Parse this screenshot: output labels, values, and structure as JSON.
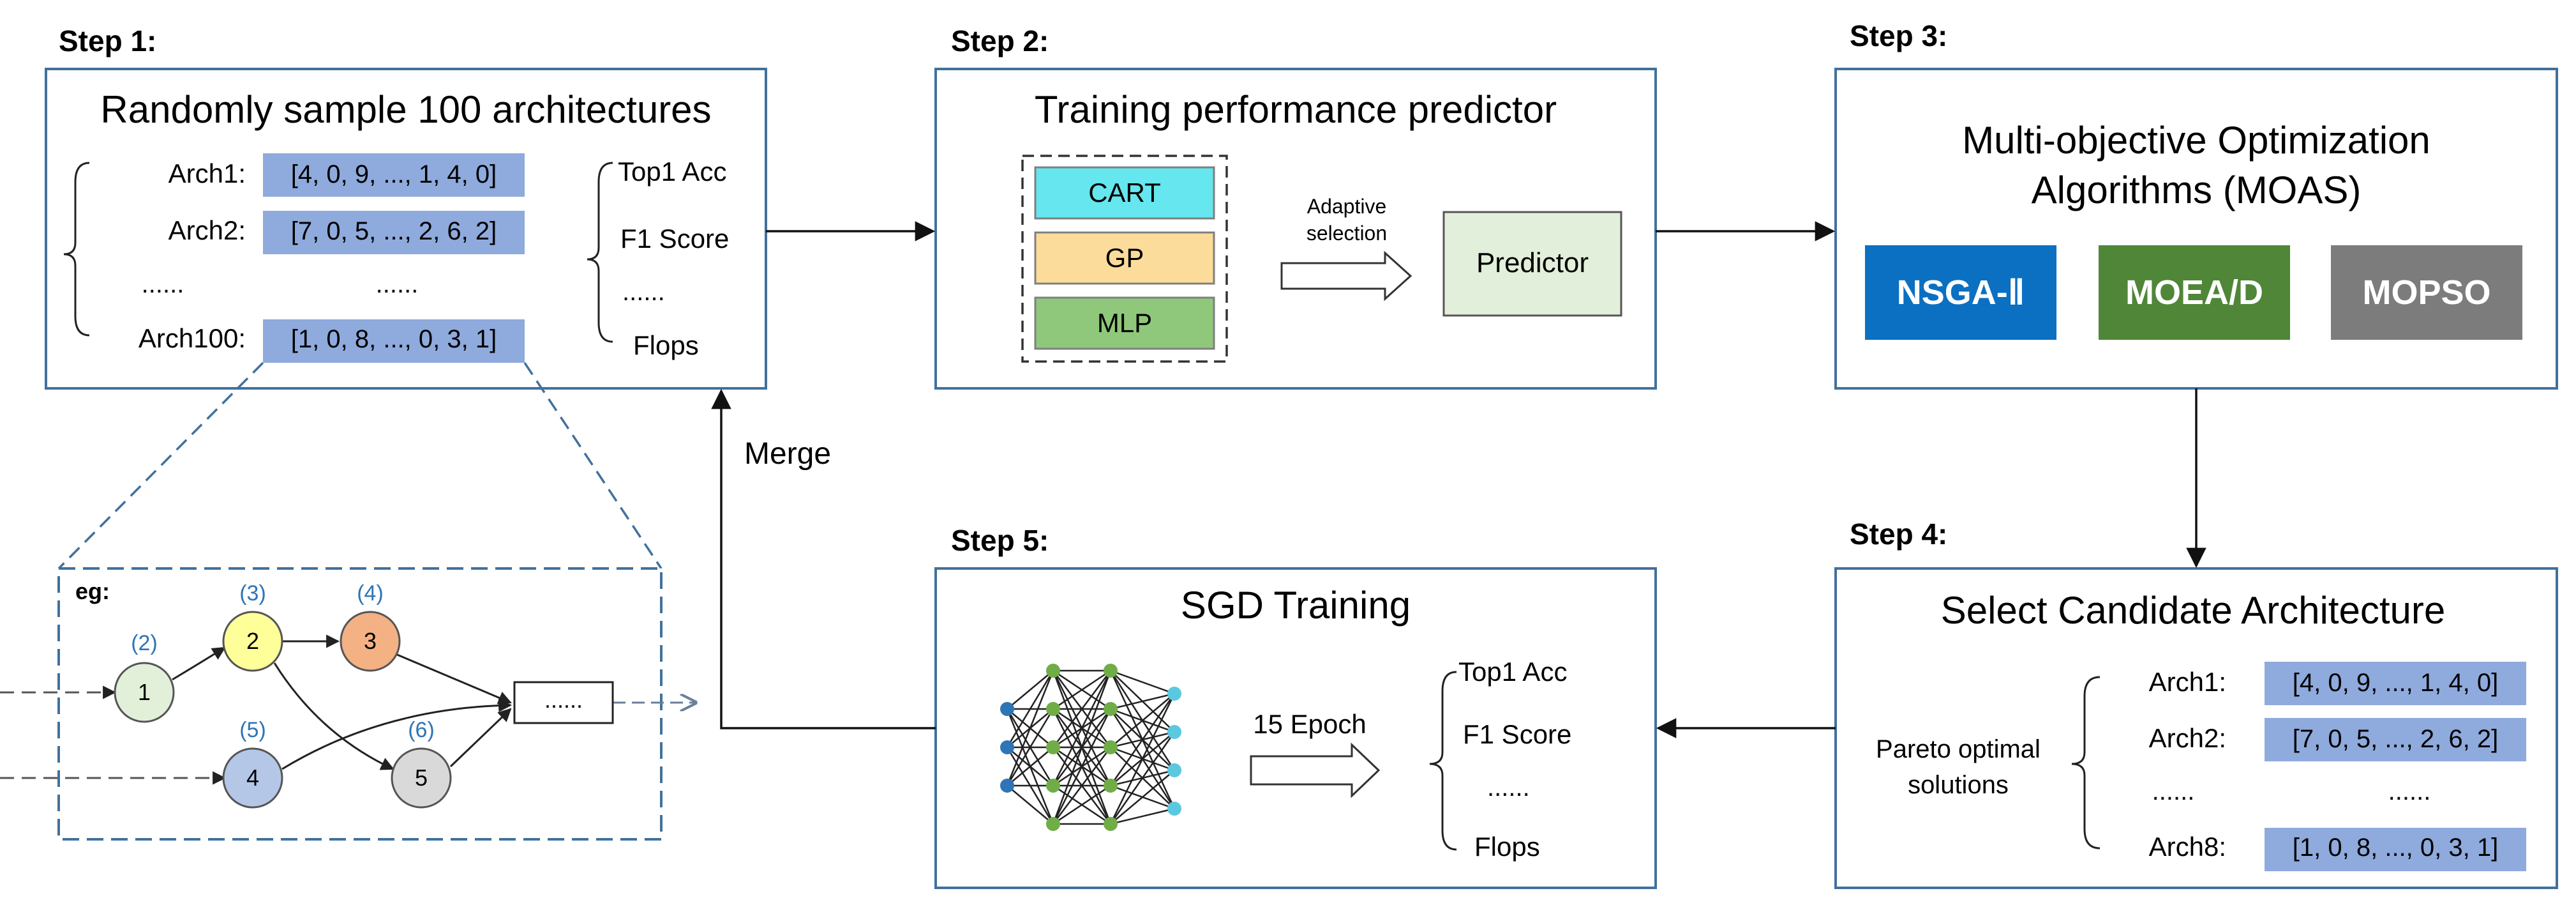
{
  "steps": {
    "step1": {
      "label": "Step 1:",
      "title": "Randomly sample 100 architectures",
      "archs": [
        {
          "name": "Arch1:",
          "code": "[4, 0, 9, ..., 1, 4, 0]"
        },
        {
          "name": "Arch2:",
          "code": "[7, 0, 5, ..., 2, 6, 2]"
        },
        {
          "name": "Arch100:",
          "code": "[1, 0, 8, ..., 0, 3, 1]"
        }
      ],
      "ellipsis": "......",
      "metrics": [
        "Top1 Acc",
        "F1 Score",
        "......",
        "Flops"
      ]
    },
    "step2": {
      "label": "Step 2:",
      "title": "Training performance predictor",
      "models": [
        {
          "name": "CART",
          "color": "#66E6EE"
        },
        {
          "name": "GP",
          "color": "#FBDC9A"
        },
        {
          "name": "MLP",
          "color": "#8FC87A"
        }
      ],
      "arrow_label_1": "Adaptive",
      "arrow_label_2": "selection",
      "predictor": "Predictor",
      "predictor_color": "#E2EFDA"
    },
    "step3": {
      "label": "Step 3:",
      "title_1": "Multi-objective Optimization",
      "title_2": "Algorithms (MOAS)",
      "algorithms": [
        {
          "name": "NSGA-Ⅱ",
          "color": "#0B70C2"
        },
        {
          "name": "MOEA/D",
          "color": "#4F8638"
        },
        {
          "name": "MOPSO",
          "color": "#7C7C7C"
        }
      ]
    },
    "step4": {
      "label": "Step 4:",
      "title": "Select Candidate Architecture",
      "pareto_1": "Pareto optimal",
      "pareto_2": "solutions",
      "archs": [
        {
          "name": "Arch1:",
          "code": "[4, 0, 9, ..., 1, 4, 0]"
        },
        {
          "name": "Arch2:",
          "code": "[7, 0, 5, ..., 2, 6, 2]"
        },
        {
          "name": "Arch8:",
          "code": "[1, 0, 8, ..., 0, 3, 1]"
        }
      ],
      "ellipsis": "......"
    },
    "step5": {
      "label": "Step 5:",
      "title": "SGD Training",
      "epoch": "15 Epoch",
      "metrics": [
        "Top1 Acc",
        "F1 Score",
        "......",
        "Flops"
      ]
    }
  },
  "merge": "Merge",
  "example": {
    "label": "eg:",
    "nodes": [
      {
        "num": "1",
        "op": "(2)",
        "color": "#E2F0D9"
      },
      {
        "num": "2",
        "op": "(3)",
        "color": "#FFFF99"
      },
      {
        "num": "3",
        "op": "(4)",
        "color": "#F4B183"
      },
      {
        "num": "4",
        "op": "(5)",
        "color": "#B4C7E7"
      },
      {
        "num": "5",
        "op": "(6)",
        "color": "#D9D9D9"
      }
    ],
    "ellipsis": "......"
  },
  "colors": {
    "box_border": "#41719C",
    "code_fill": "#8FAADC",
    "op_label": "#2E75B6",
    "nn_node": "#2E75B6",
    "nn_node_mid": "#70AD47",
    "nn_node_out": "#5BC8E0"
  }
}
